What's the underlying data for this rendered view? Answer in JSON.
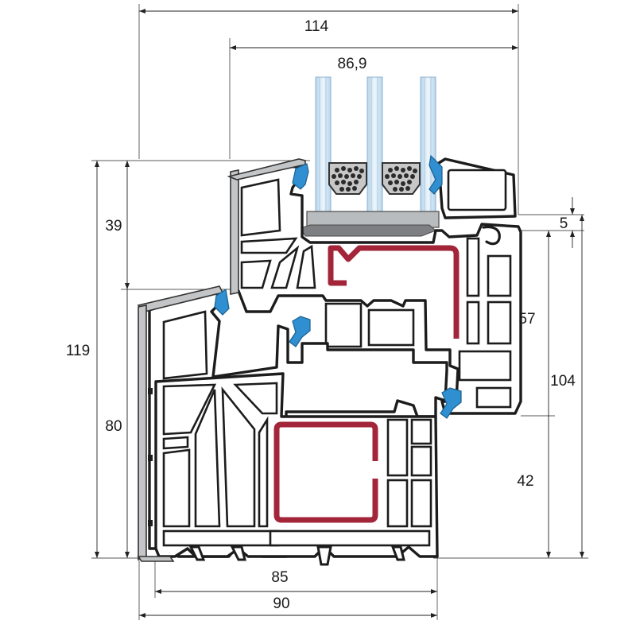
{
  "dimensions": {
    "overall_width": "114",
    "glazing_depth": "86,9",
    "glazing_rebate_height": "39",
    "sash_offset": "5",
    "frame_sash_height": "119",
    "frame_height": "80",
    "sash_height_small": "57",
    "sash_height_total": "104",
    "bottom_right": "42",
    "frame_depth_inner": "85",
    "frame_depth_outer": "90"
  },
  "colors": {
    "profile_outline": "#1c1c1c",
    "steel_reinforcement": "#a3253a",
    "gasket": "#2f8fd0",
    "glass": "#cfe3f2",
    "spacer": "#7d7f82"
  }
}
